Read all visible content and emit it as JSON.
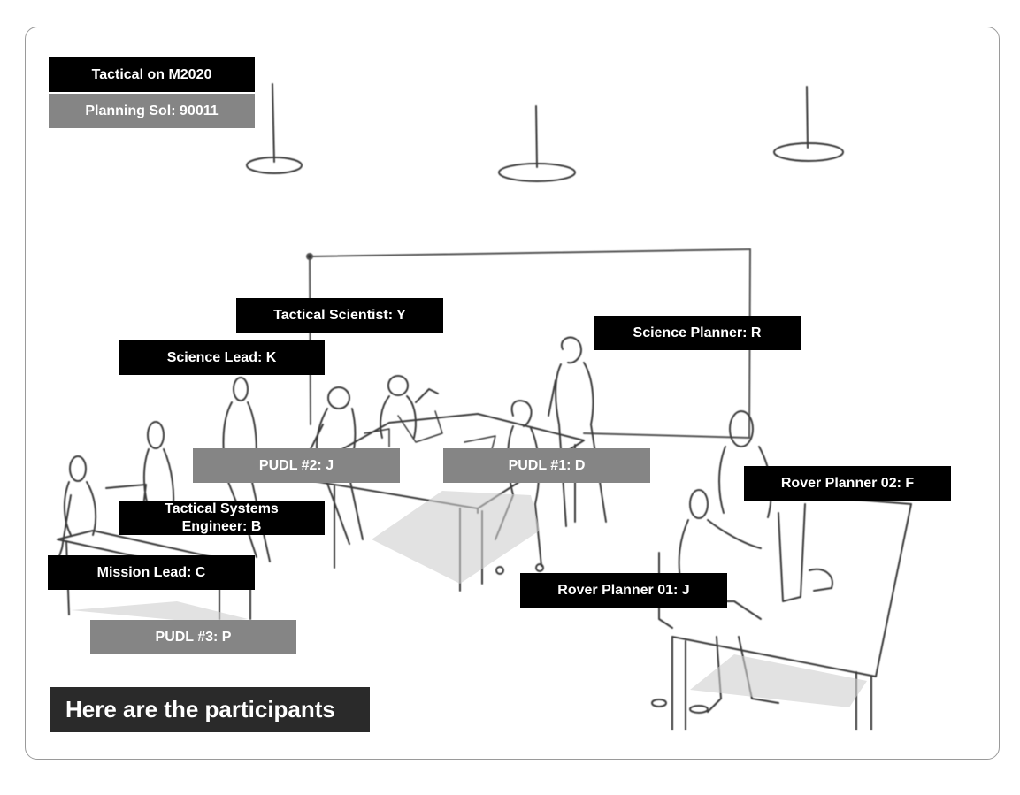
{
  "header": {
    "title": "Tactical on M2020",
    "subtitle": "Planning Sol: 90011"
  },
  "participants": {
    "tactical_scientist": "Tactical Scientist: Y",
    "science_planner": "Science Planner: R",
    "science_lead": "Science Lead: K",
    "pudl_2": "PUDL #2: J",
    "pudl_1": "PUDL #1: D",
    "rover_planner_02": "Rover Planner 02: F",
    "tactical_systems_engineer_line1": "Tactical Systems",
    "tactical_systems_engineer_line2": "Engineer: B",
    "mission_lead": "Mission Lead: C",
    "rover_planner_01": "Rover Planner 01: J",
    "pudl_3": "PUDL #3: P"
  },
  "caption": "Here are the participants",
  "colors": {
    "label_black": "#000000",
    "label_gray": "#858585",
    "caption_bg": "#2a2a2a",
    "sketch_line": "#3a3a3a",
    "shadow": "#cfcfcf"
  }
}
